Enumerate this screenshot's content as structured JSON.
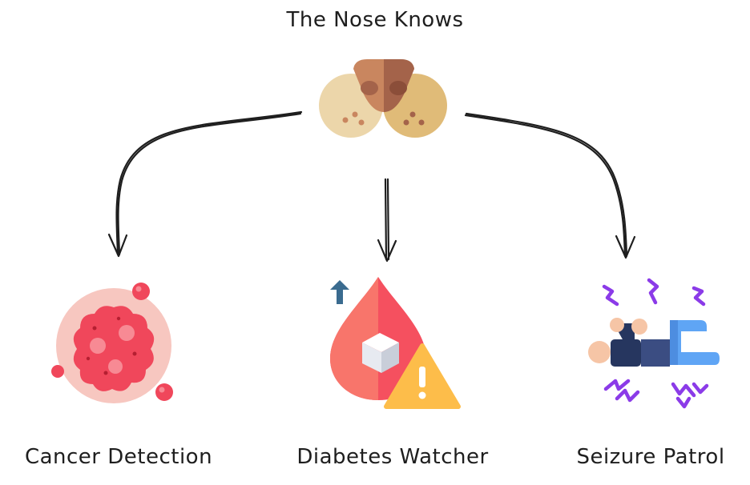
{
  "diagram": {
    "title": "The Nose Knows",
    "nodes": [
      {
        "id": "cancer",
        "label": "Cancer Detection",
        "icon": "cancer-cell-icon"
      },
      {
        "id": "diabetes",
        "label": "Diabetes Watcher",
        "icon": "blood-sugar-warning-icon"
      },
      {
        "id": "seizure",
        "label": "Seizure Patrol",
        "icon": "seizure-person-icon"
      }
    ],
    "root_icon": "dog-nose-icon",
    "edges": [
      {
        "from": "root",
        "to": "cancer"
      },
      {
        "from": "root",
        "to": "diabetes"
      },
      {
        "from": "root",
        "to": "seizure"
      }
    ],
    "colors": {
      "stroke": "#1e1e1e",
      "nose_dark": "#a4634a",
      "nose_light": "#c9865f",
      "cheek_left": "#ecd6aa",
      "cheek_right": "#e0bb78",
      "cell_outer": "#f7c7c0",
      "cell_red": "#f0475b",
      "drop_red": "#f5505f",
      "warning_yellow": "#fdbd4a",
      "arrow_blue": "#3a6b8f",
      "person_navy": "#26365f",
      "person_blue": "#5fa5f5",
      "zap_purple": "#8b3be8"
    }
  }
}
